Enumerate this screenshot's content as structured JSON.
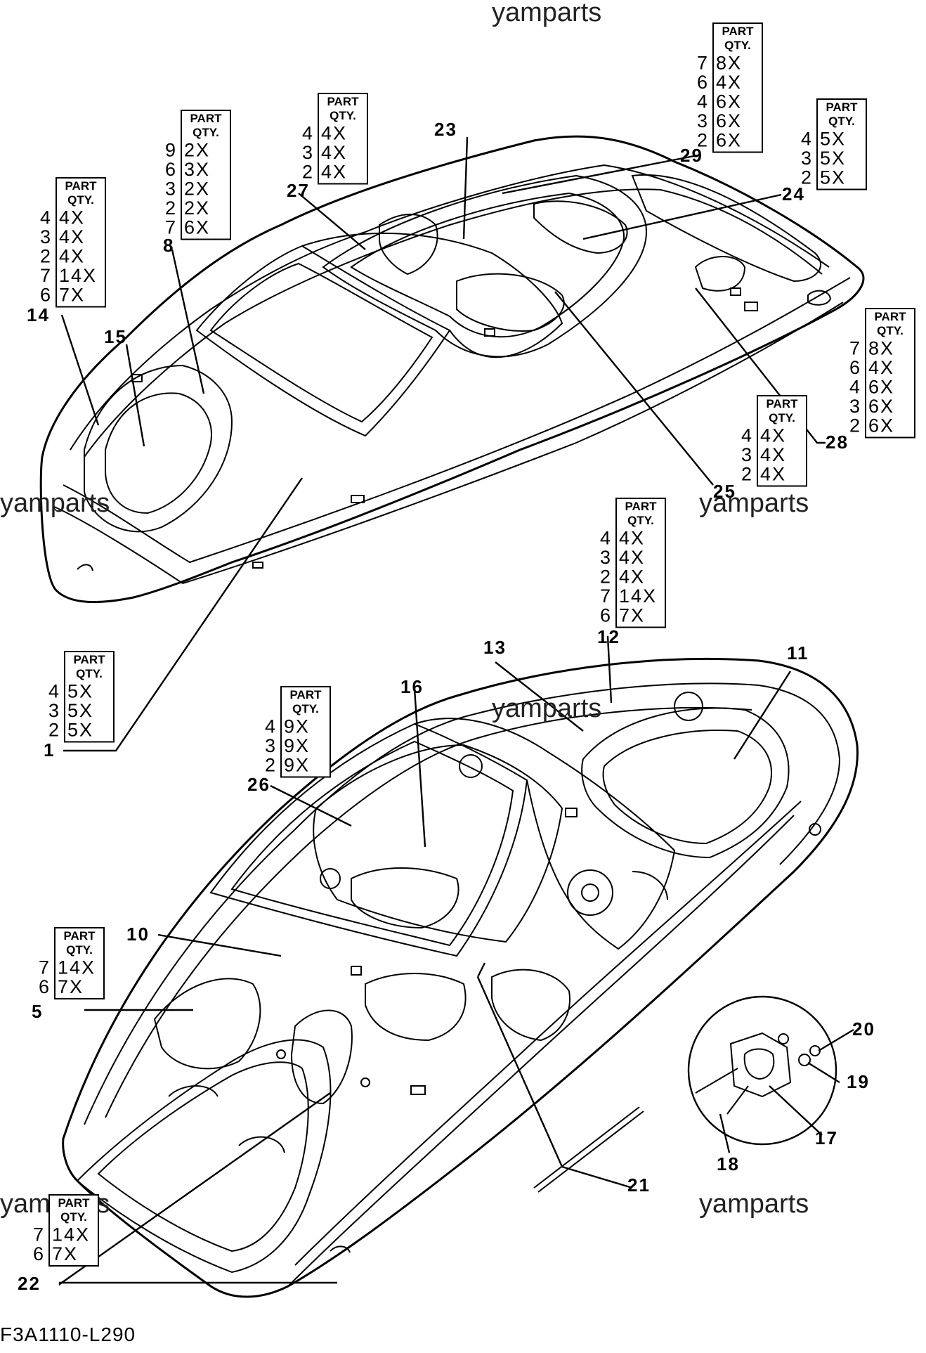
{
  "figure_code": "F3A1110-L290",
  "watermark": "yamparts",
  "qty_header": [
    "PART",
    "QTY."
  ],
  "callouts": [
    "1",
    "5",
    "8",
    "10",
    "11",
    "12",
    "13",
    "14",
    "15",
    "16",
    "17",
    "18",
    "19",
    "20",
    "21",
    "22",
    "23",
    "24",
    "25",
    "26",
    "27",
    "28",
    "29"
  ],
  "tables": [
    {
      "id": "t_a",
      "rows": [
        [
          "4",
          "4X"
        ],
        [
          "3",
          "4X"
        ],
        [
          "2",
          "4X"
        ],
        [
          "7",
          "14X"
        ],
        [
          "6",
          "7X"
        ]
      ]
    },
    {
      "id": "t_b",
      "rows": [
        [
          "9",
          "2X"
        ],
        [
          "6",
          "3X"
        ],
        [
          "3",
          "2X"
        ],
        [
          "2",
          "2X"
        ],
        [
          "7",
          "6X"
        ]
      ]
    },
    {
      "id": "t_c",
      "rows": [
        [
          "4",
          "4X"
        ],
        [
          "3",
          "4X"
        ],
        [
          "2",
          "4X"
        ]
      ]
    },
    {
      "id": "t_d",
      "rows": [
        [
          "7",
          "8X"
        ],
        [
          "6",
          "4X"
        ],
        [
          "4",
          "6X"
        ],
        [
          "3",
          "6X"
        ],
        [
          "2",
          "6X"
        ]
      ]
    },
    {
      "id": "t_e",
      "rows": [
        [
          "4",
          "5X"
        ],
        [
          "3",
          "5X"
        ],
        [
          "2",
          "5X"
        ]
      ]
    },
    {
      "id": "t_f",
      "rows": [
        [
          "7",
          "8X"
        ],
        [
          "6",
          "4X"
        ],
        [
          "4",
          "6X"
        ],
        [
          "3",
          "6X"
        ],
        [
          "2",
          "6X"
        ]
      ]
    },
    {
      "id": "t_g",
      "rows": [
        [
          "4",
          "4X"
        ],
        [
          "3",
          "4X"
        ],
        [
          "2",
          "4X"
        ]
      ]
    },
    {
      "id": "t_h",
      "rows": [
        [
          "4",
          "4X"
        ],
        [
          "3",
          "4X"
        ],
        [
          "2",
          "4X"
        ],
        [
          "7",
          "14X"
        ],
        [
          "6",
          "7X"
        ]
      ]
    },
    {
      "id": "t_i",
      "rows": [
        [
          "4",
          "5X"
        ],
        [
          "3",
          "5X"
        ],
        [
          "2",
          "5X"
        ]
      ]
    },
    {
      "id": "t_j",
      "rows": [
        [
          "4",
          "9X"
        ],
        [
          "3",
          "9X"
        ],
        [
          "2",
          "9X"
        ]
      ]
    },
    {
      "id": "t_k",
      "rows": [
        [
          "7",
          "14X"
        ],
        [
          "6",
          "7X"
        ]
      ]
    },
    {
      "id": "t_l",
      "rows": [
        [
          "7",
          "14X"
        ],
        [
          "6",
          "7X"
        ]
      ]
    }
  ]
}
